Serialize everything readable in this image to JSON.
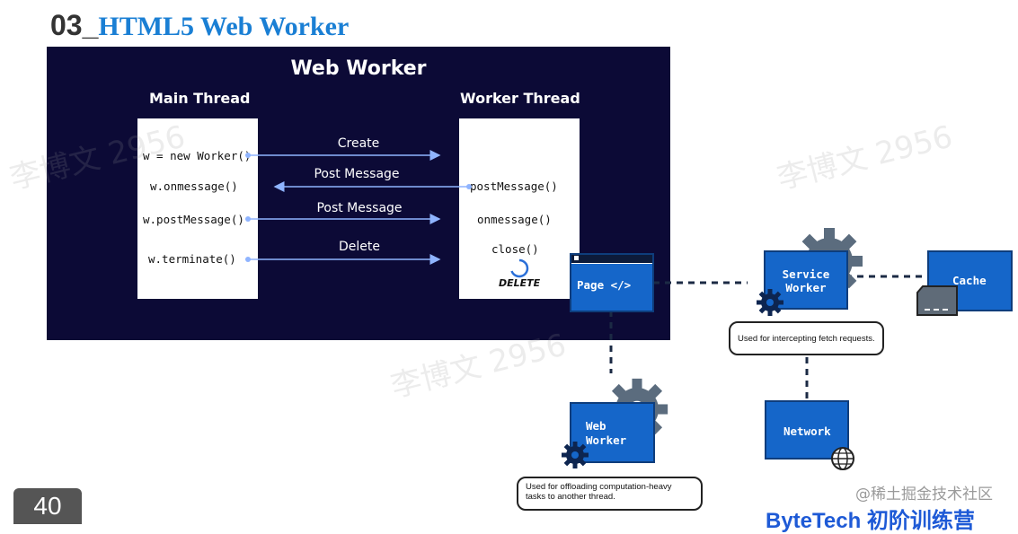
{
  "heading": {
    "number": "03_",
    "title": "HTML5 Web Worker"
  },
  "panel": {
    "title": "Web Worker",
    "main_thread": {
      "label": "Main Thread",
      "lines": [
        "w = new Worker()",
        "w.onmessage()",
        "w.postMessage()",
        "w.terminate()"
      ]
    },
    "worker_thread": {
      "label": "Worker Thread",
      "lines": [
        "postMessage()",
        "onmessage()",
        "close()"
      ],
      "delete_stamp": "DELETE"
    },
    "arrows": [
      "Create",
      "Post Message",
      "Post Message",
      "Delete"
    ]
  },
  "diagram": {
    "page": "Page </>",
    "service_worker": [
      "Service",
      "Worker"
    ],
    "cache": "Cache",
    "network": "Network",
    "web_worker": [
      "Web",
      "Worker"
    ],
    "service_note": "Used for intercepting fetch requests.",
    "worker_note": "Used for offloading computation-heavy tasks to another thread."
  },
  "watermark": "李博文 2956",
  "page_number": "40",
  "source_credit": "@稀土掘金技术社区",
  "brand": "ByteTech 初阶训练营",
  "colors": {
    "accent": "#1a7fd4",
    "panel_bg": "#0c0a36",
    "box_blue": "#1566c9"
  }
}
